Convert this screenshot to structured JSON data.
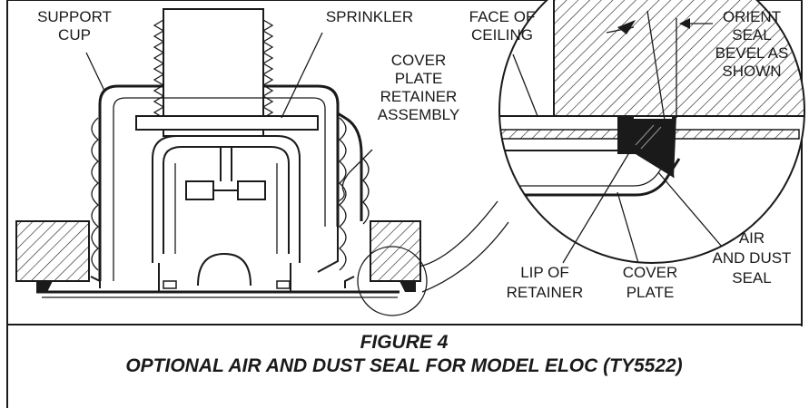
{
  "labels": {
    "support_cup": [
      "SUPPORT",
      "CUP"
    ],
    "sprinkler": "SPRINKLER",
    "face_of_ceiling": [
      "FACE OF",
      "CEILING"
    ],
    "orient_seal": [
      "ORIENT",
      "SEAL",
      "BEVEL AS",
      "SHOWN"
    ],
    "cover_plate_retainer": [
      "COVER",
      "PLATE",
      "RETAINER",
      "ASSEMBLY"
    ],
    "air_dust_seal": [
      "AIR",
      "AND DUST",
      "SEAL"
    ],
    "lip_of_retainer": [
      "LIP OF",
      "RETAINER"
    ],
    "cover_plate": [
      "COVER",
      "PLATE"
    ]
  },
  "caption": {
    "title": "FIGURE 4",
    "subtitle": "OPTIONAL AIR AND DUST SEAL FOR MODEL ELOC (TY5522)"
  },
  "colors": {
    "ink": "#1a1a1a",
    "paper": "#ffffff"
  }
}
